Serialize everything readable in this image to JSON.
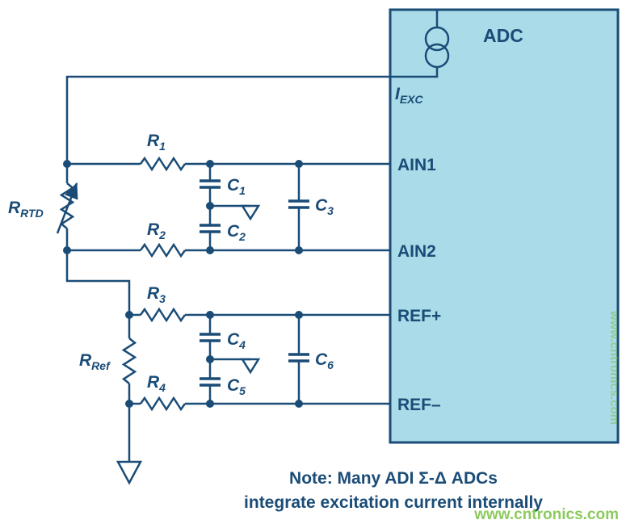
{
  "diagram": {
    "colors": {
      "stroke": "#1a4c77",
      "adc_fill": "#a9dbe8",
      "watermark": "#79c143",
      "background": "#ffffff"
    },
    "adc": {
      "title": "ADC",
      "pins": {
        "iexc": {
          "base": "I",
          "sub": "EXC"
        },
        "ain1": "AIN1",
        "ain2": "AIN2",
        "ref_plus": "REF+",
        "ref_minus": "REF–"
      }
    },
    "components": {
      "r1": {
        "base": "R",
        "sub": "1"
      },
      "r2": {
        "base": "R",
        "sub": "2"
      },
      "r3": {
        "base": "R",
        "sub": "3"
      },
      "r4": {
        "base": "R",
        "sub": "4"
      },
      "r_rtd": {
        "base": "R",
        "sub": "RTD"
      },
      "r_ref": {
        "base": "R",
        "sub": "Ref"
      },
      "c1": {
        "base": "C",
        "sub": "1"
      },
      "c2": {
        "base": "C",
        "sub": "2"
      },
      "c3": {
        "base": "C",
        "sub": "3"
      },
      "c4": {
        "base": "C",
        "sub": "4"
      },
      "c5": {
        "base": "C",
        "sub": "5"
      },
      "c6": {
        "base": "C",
        "sub": "6"
      }
    },
    "note": {
      "line1": "Note: Many ADI Σ-Δ ADCs",
      "line2": "integrate excitation current internally"
    },
    "watermark": "www.cntronics.com"
  }
}
